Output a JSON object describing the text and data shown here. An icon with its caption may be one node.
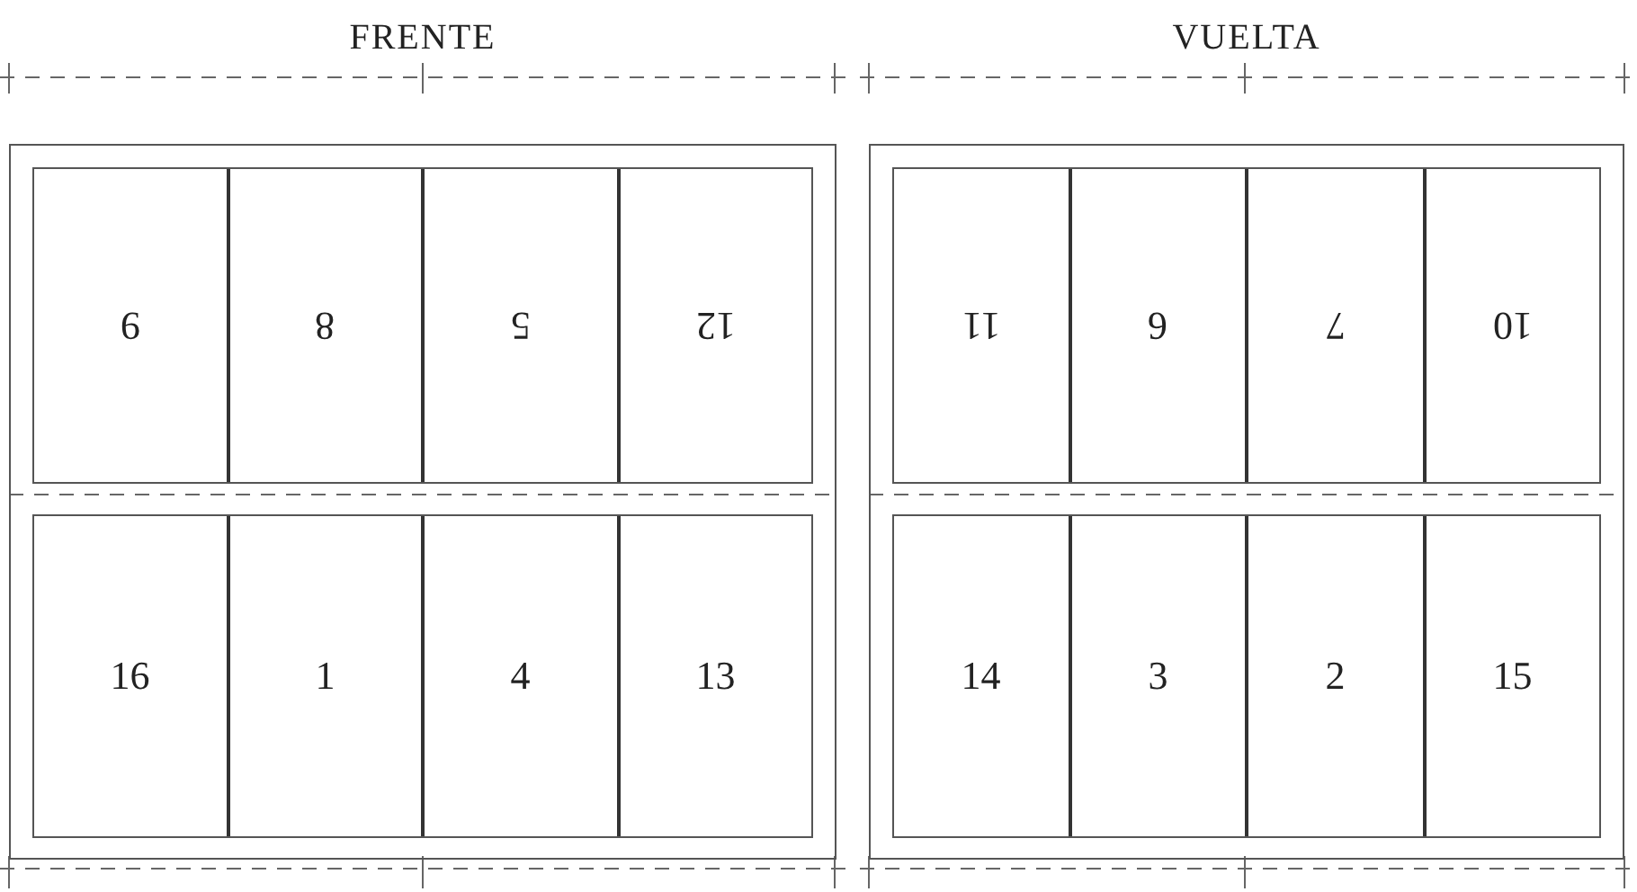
{
  "diagram": {
    "nodes": [
      {
        "text": [
          "FRENTE"
        ]
      },
      {
        "text": [],
        "shape": "box",
        "in": 0
      },
      {
        "text": [
          "9"
        ],
        "in": 1
      },
      {
        "text": [
          "8"
        ],
        "in": 1
      },
      {
        "text": [
          "5"
        ],
        "in": 1
      },
      {
        "text": [
          "12"
        ],
        "in": 1
      },
      {
        "text": [],
        "shape": "box",
        "in": 0
      },
      {
        "text": [
          "16"
        ],
        "in": 6
      },
      {
        "text": [
          "1"
        ],
        "in": 6
      },
      {
        "text": [
          "4"
        ],
        "in": 6
      },
      {
        "text": [
          "13"
        ],
        "in": 6
      },
      {
        "text": [
          "VUELTA"
        ]
      },
      {
        "text": [],
        "shape": "box",
        "in": 11
      },
      {
        "text": [
          "11"
        ],
        "in": 12
      },
      {
        "text": [
          "6"
        ],
        "in": 12
      },
      {
        "text": [
          "7"
        ],
        "in": 12
      },
      {
        "text": [
          "10"
        ],
        "in": 12
      },
      {
        "text": [],
        "shape": "box",
        "in": 11
      },
      {
        "text": [
          "14"
        ],
        "in": 17
      },
      {
        "text": [
          "3"
        ],
        "in": 17
      },
      {
        "text": [
          "2"
        ],
        "in": 17
      },
      {
        "text": [
          "15"
        ],
        "in": 17
      }
    ]
  }
}
